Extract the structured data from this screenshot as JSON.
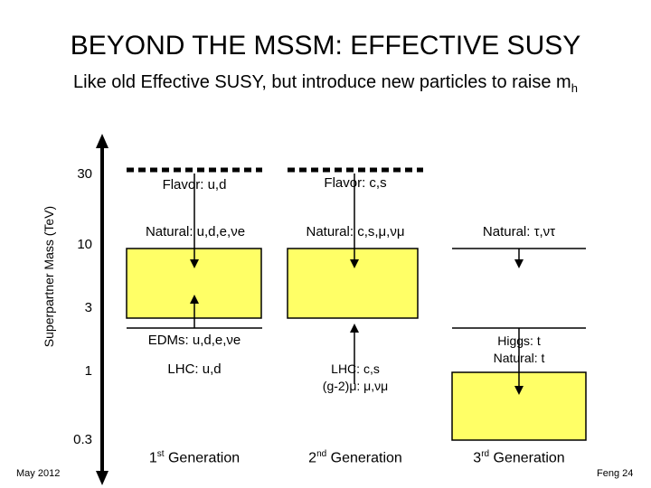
{
  "title": "BEYOND THE MSSM: EFFECTIVE SUSY",
  "subtitle": {
    "text": "Like old Effective SUSY, but introduce new particles to raise m",
    "subscript": "h"
  },
  "axis": {
    "label": "Superpartner Mass (TeV)",
    "ticks": [
      "30",
      "10",
      "3",
      "1",
      "0.3"
    ]
  },
  "columns": {
    "first": {
      "flavor": "Flavor: u,d",
      "natural": "Natural: u,d,e,νe",
      "edms": "EDMs: u,d,e,νe",
      "lhc": "LHC: u,d",
      "generation_num": "1",
      "generation_sup": "st",
      "generation_label": " Generation"
    },
    "second": {
      "flavor": "Flavor: c,s",
      "natural": "Natural: c,s,μ,νμ",
      "lhc": "LHC: c,s",
      "g2": "(g-2)μ: μ,νμ",
      "generation_num": "2",
      "generation_sup": "nd",
      "generation_label": " Generation"
    },
    "third": {
      "natural": "Natural: τ,ντ",
      "higgs": "Higgs: t",
      "natural_t": "Natural: t",
      "generation_num": "3",
      "generation_sup": "rd",
      "generation_label": " Generation"
    }
  },
  "footer": {
    "left": "May 2012",
    "right": "Feng 24"
  },
  "colors": {
    "box_fill": "#ffff66",
    "box_stroke": "#000000"
  }
}
